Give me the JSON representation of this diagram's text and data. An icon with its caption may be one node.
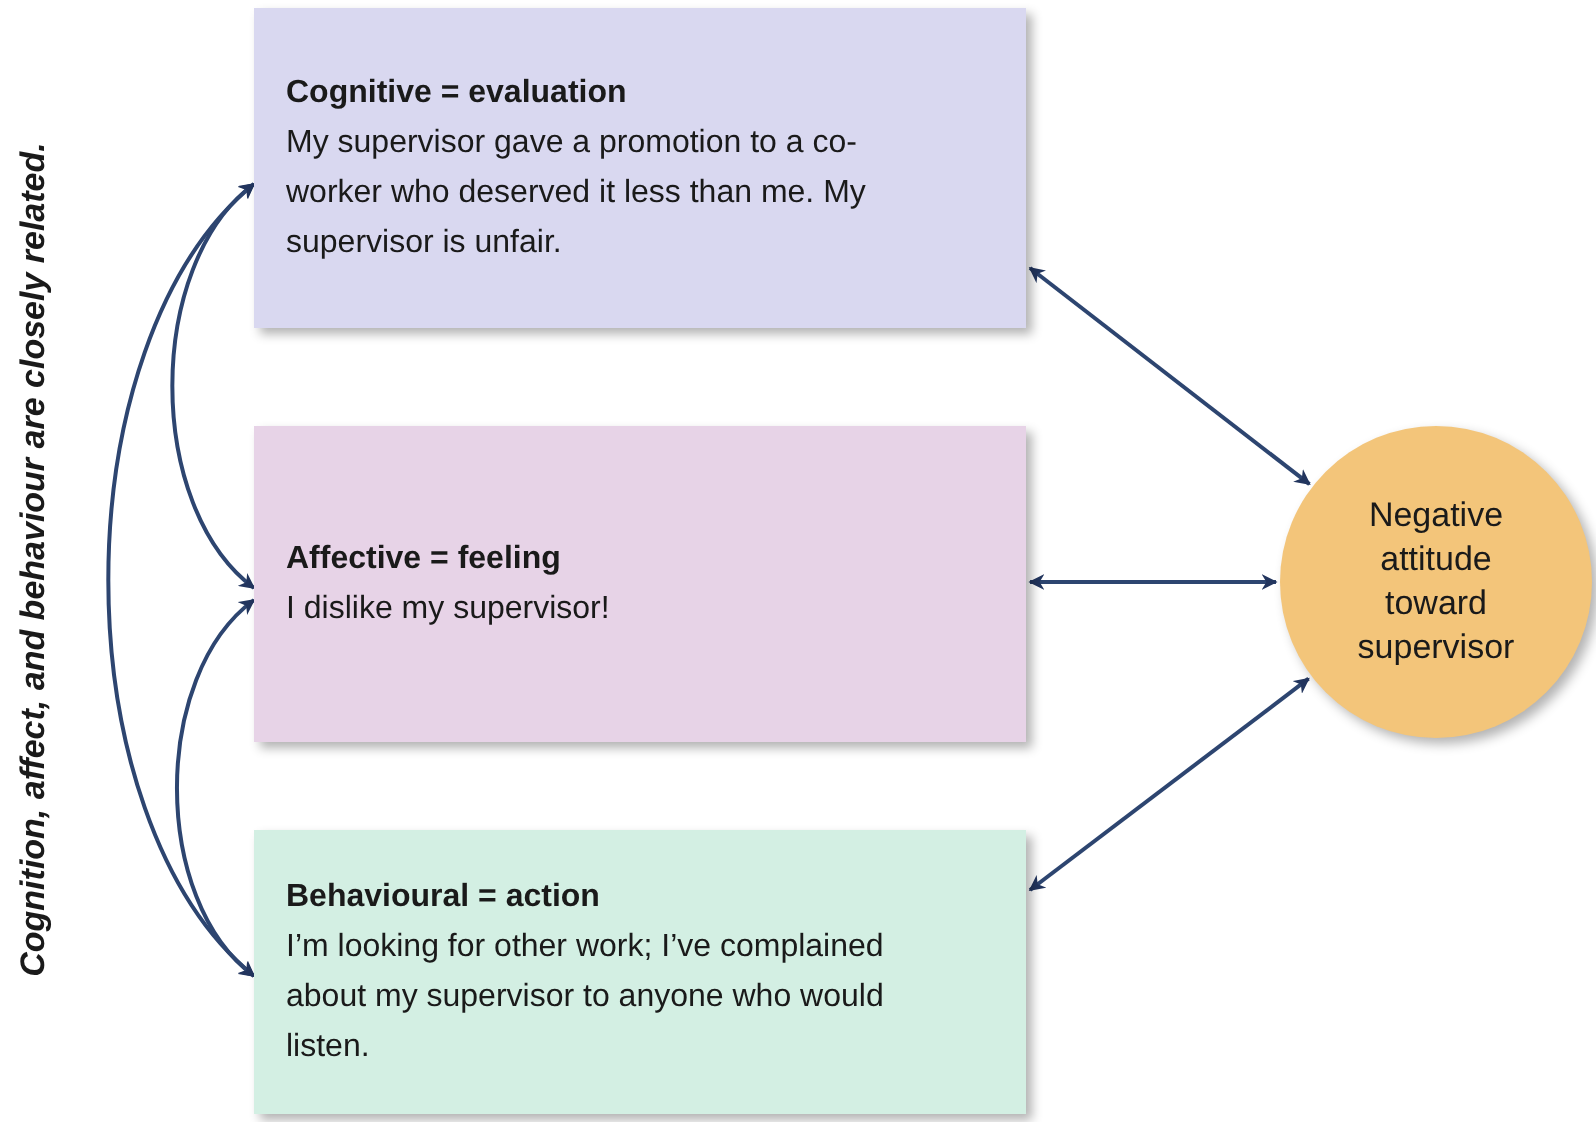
{
  "diagram": {
    "nodes": [
      {
        "text": [
          "Cognitive = evaluation",
          "My supervisor gave a promotion to a co-worker who deserved it less than me. My supervisor is unfair."
        ]
      },
      {
        "text": [
          "Affective = feeling",
          "I dislike my supervisor!"
        ]
      },
      {
        "text": [
          "Behavioural = action",
          "I’m looking for other work; I’ve complained about my supervisor to anyone who would listen."
        ]
      },
      {
        "text": [
          "Negative attitude toward supervisor"
        ]
      }
    ],
    "edges": [
      {
        "from": 0,
        "to": 1,
        "arrow": "both"
      },
      {
        "from": 0,
        "to": 2,
        "arrow": "both"
      },
      {
        "from": 1,
        "to": 2,
        "arrow": "both"
      },
      {
        "from": 0,
        "to": 3,
        "arrow": "both"
      },
      {
        "from": 1,
        "to": 3,
        "arrow": "both"
      },
      {
        "from": 2,
        "to": 3,
        "arrow": "both"
      }
    ],
    "labels": [
      "Cognition, affect, and behaviour are closely related."
    ]
  }
}
